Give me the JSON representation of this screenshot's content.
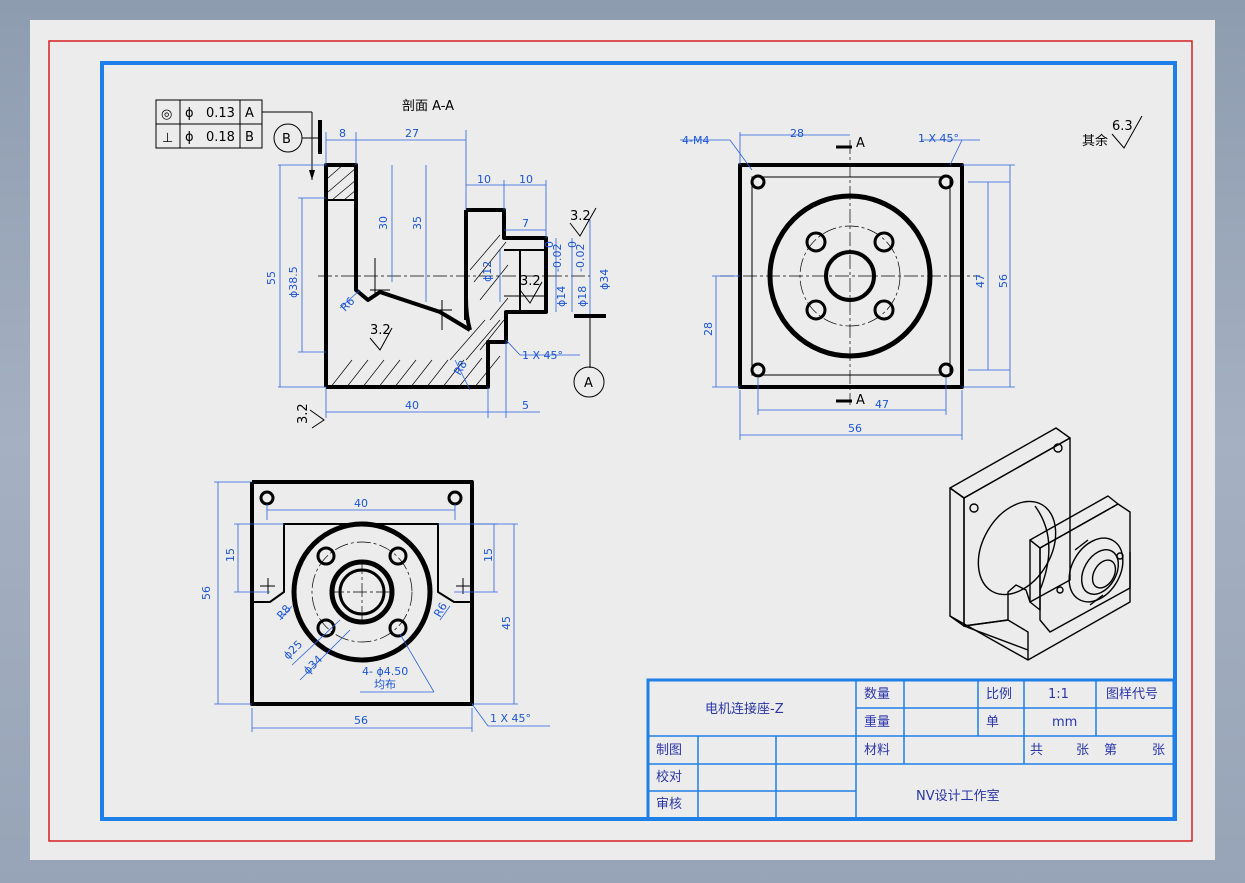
{
  "gdt": {
    "row1": {
      "symbol": "◎",
      "dia": "ϕ",
      "value": "0.13",
      "datum": "A"
    },
    "row2": {
      "symbol": "⊥",
      "dia": "ϕ",
      "value": "0.18",
      "datum": "B"
    },
    "datum_b": "B",
    "datum_a": "A"
  },
  "section_label": "剖面 A-A",
  "roughness_note": "其余",
  "roughness_rest": "6.3",
  "roughness": "3.2",
  "section_view": {
    "d8": "8",
    "d27": "27",
    "d10a": "10",
    "d10b": "10",
    "d7": "7",
    "d30": "30",
    "d35": "35",
    "d55": "55",
    "d38": "ϕ38.5",
    "d12": "ϕ12",
    "d14": "ϕ14",
    "d18": "ϕ18",
    "d34": "ϕ34",
    "tol1": "0",
    "tol2": "-0.02",
    "tol3": "0",
    "tol4": "-0.02",
    "r6": "R6",
    "r8": "R8",
    "d40": "40",
    "d5": "5",
    "chamfer": "1 X 45°"
  },
  "front_view": {
    "m4": "4-M4",
    "d28a": "28",
    "chamfer": "1 X 45°",
    "sec": "A",
    "d47v": "47",
    "d56v": "56",
    "d28b": "28",
    "d47h": "47",
    "d56h": "56"
  },
  "bottom_view": {
    "d40": "40",
    "d15a": "15",
    "d15b": "15",
    "d56v": "56",
    "d45": "45",
    "r8": "R8",
    "r6": "R6",
    "d25": "ϕ25",
    "d34": "ϕ34",
    "holes": "4- ϕ4.50",
    "even": "均布",
    "d56h": "56",
    "chamfer": "1 X 45°"
  },
  "title_block": {
    "part_name": "电机连接座-Z",
    "qty_label": "数量",
    "scale_label": "比例",
    "scale": "1:1",
    "drawing_no_label": "图样代号",
    "weight_label": "重量",
    "unit_label": "单",
    "unit": "mm",
    "material_label": "材料",
    "sheet_total": "共",
    "sheet_unit1": "张",
    "sheet_num": "第",
    "sheet_unit2": "张",
    "drawn": "制图",
    "checked": "校对",
    "approved": "审核",
    "studio": "NV设计工作室"
  },
  "colors": {
    "frame_red": "#d61f1f",
    "frame_blue": "#1f7fe8",
    "dimension": "#1a55d6",
    "title_text": "#2a35a8"
  }
}
